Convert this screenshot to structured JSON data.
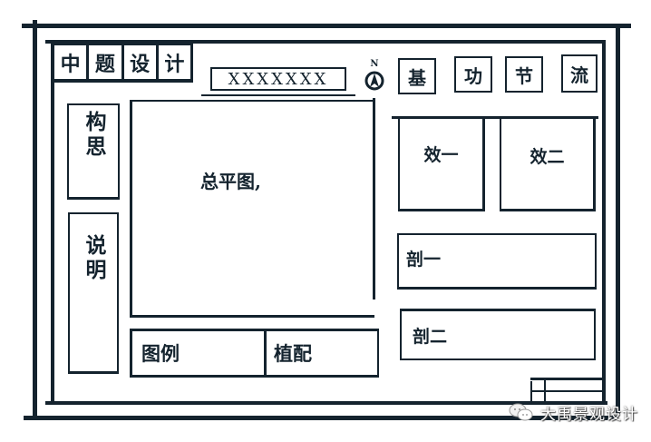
{
  "colors": {
    "ink": "#14232e",
    "paper": "#ffffff"
  },
  "title_block": {
    "chars": [
      "中",
      "题",
      "设",
      "计"
    ]
  },
  "project_name": "XXXXXXX",
  "north_arrow": {
    "label": "N",
    "icon": "north-arrow-icon"
  },
  "header_tabs": [
    {
      "label": "基"
    },
    {
      "label": "功"
    },
    {
      "label": "节"
    },
    {
      "label": "流"
    }
  ],
  "left_panels": {
    "concept": "构思",
    "description": "说明"
  },
  "main_plan": {
    "label": "总平图,"
  },
  "bottom_panels": {
    "legend": "图例",
    "planting": "植配"
  },
  "right_panels": {
    "effect_1": "效一",
    "effect_2": "效二",
    "section_1": "剖一",
    "section_2": "剖二"
  },
  "watermark": {
    "icon": "wechat-icon",
    "text": "大禹景观设计"
  }
}
